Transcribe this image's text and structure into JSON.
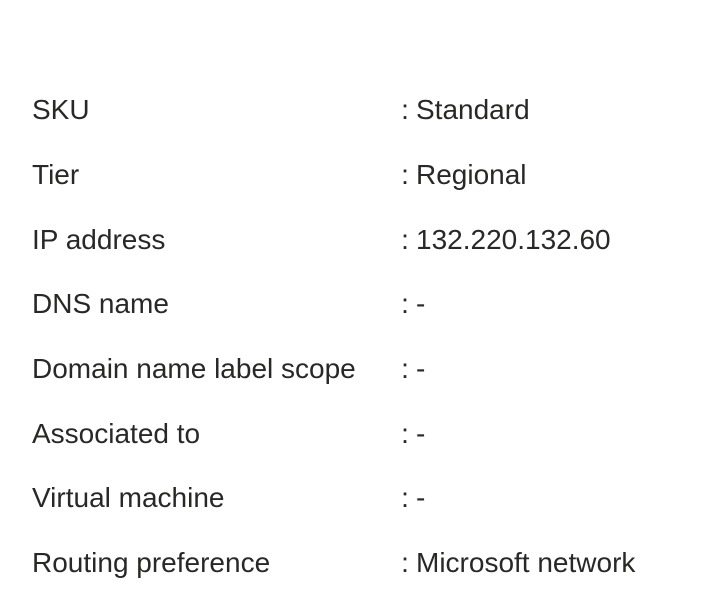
{
  "separator": ":",
  "properties": [
    {
      "label": "SKU",
      "value": "Standard"
    },
    {
      "label": "Tier",
      "value": "Regional"
    },
    {
      "label": "IP address",
      "value": "132.220.132.60"
    },
    {
      "label": "DNS name",
      "value": "-"
    },
    {
      "label": "Domain name label scope",
      "value": "-"
    },
    {
      "label": "Associated to",
      "value": "-"
    },
    {
      "label": "Virtual machine",
      "value": "-"
    },
    {
      "label": "Routing preference",
      "value": "Microsoft network"
    }
  ]
}
